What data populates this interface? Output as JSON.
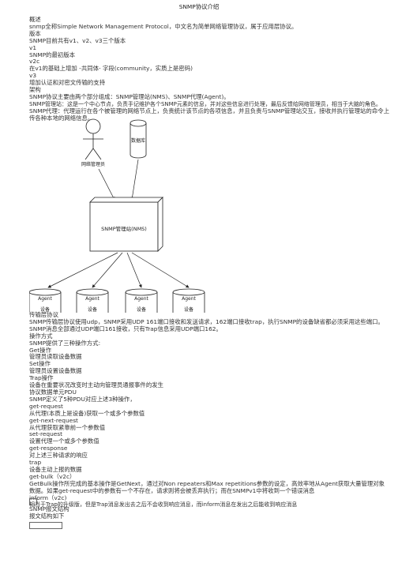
{
  "title": "SNMP协议介绍",
  "intro": [
    "概述",
    "snmp全称Simple Network Management Protocol，中文名为简单网络管理协议，属于应用层协议。",
    "版本",
    "SNMP目前共有v1、v2、v3三个版本",
    "v1",
    "SNMP的最初版本",
    "v2c",
    "在v1的基础上增加 -共同体- 字段(community，实质上是密码)",
    "v3",
    "增加认证和对密文传输的支持",
    "架构",
    "SNMP协议主要由两个部分组成：SNMP管理站(NMS)、SNMP代理(Agent)。",
    "SNMP管理站：这是一个中心节点，负责手记维护各个SNMP元素的信息，并对这些信息进行处理，最后反馈给网络管理员，相当于大脑的角色。",
    "SNMP代理：代理运行在各个被管理的网络节点上，负责统计该节点的各项信息，并且负责与SNMP管理站交互，接收并执行管理站的命令上传各种本地的网络信息。"
  ],
  "diagram": {
    "admin": "网络管理员",
    "db": "数据库",
    "nms": "SNMP管理站(NMS)",
    "agents": [
      {
        "name": "Agent",
        "device": "设备"
      },
      {
        "name": "Agent",
        "device": "设备"
      },
      {
        "name": "Agent",
        "device": "设备"
      },
      {
        "name": "Agent",
        "device": "设备"
      }
    ]
  },
  "body": [
    "传输层协议",
    "SNMP传输层协议使用udp，SNMP采用UDP 161端口接收和发送请求，162端口接收trap，执行SNMP的设备缺省都必须采用这些端口。SNMP消息全部通过UDP端口161接收，只有Trap信息采用UDP端口162。",
    "操作方式",
    "SNMP提供了三种操作方式:",
    "Get操作",
    "管理员读取设备数据",
    "Set操作",
    "管理员设置设备数据",
    "Trap操作",
    "设备在重要状况改变时主动向管理员通报事件的发生",
    "协议数据单元PDU",
    "SNMP定义了5种PDU对应上述3种操作，",
    "get-request",
    "从代理(本质上是设备)获取一个或多个参数值",
    "get-next-request",
    "从代理获取紧靠前一个参数值",
    "set-request",
    "设置代理一个或多个参数值",
    "get-response",
    "对上述三种请求的响应",
    "trap",
    "设备主动上报的数据",
    "get-bulk（v2c）",
    "GetBulk操作所完成的基本操作是GetNext，通过对Non repeaters和Max repetitions参数的设定，高效率地从Agent获取大量管理对象数据。如果get-request中的参数有一个不存在，请求则将会被丢弃执行；而在SNMPv1中将收到一个错误消息",
    "inform（v2c)",
    "相当于Trap的升级版，但是Trap消息发出去之后不会收到响应消息，而inform消息在发出之后能收到响应消息",
    "SNMP报文结构",
    "报文结构如下"
  ]
}
